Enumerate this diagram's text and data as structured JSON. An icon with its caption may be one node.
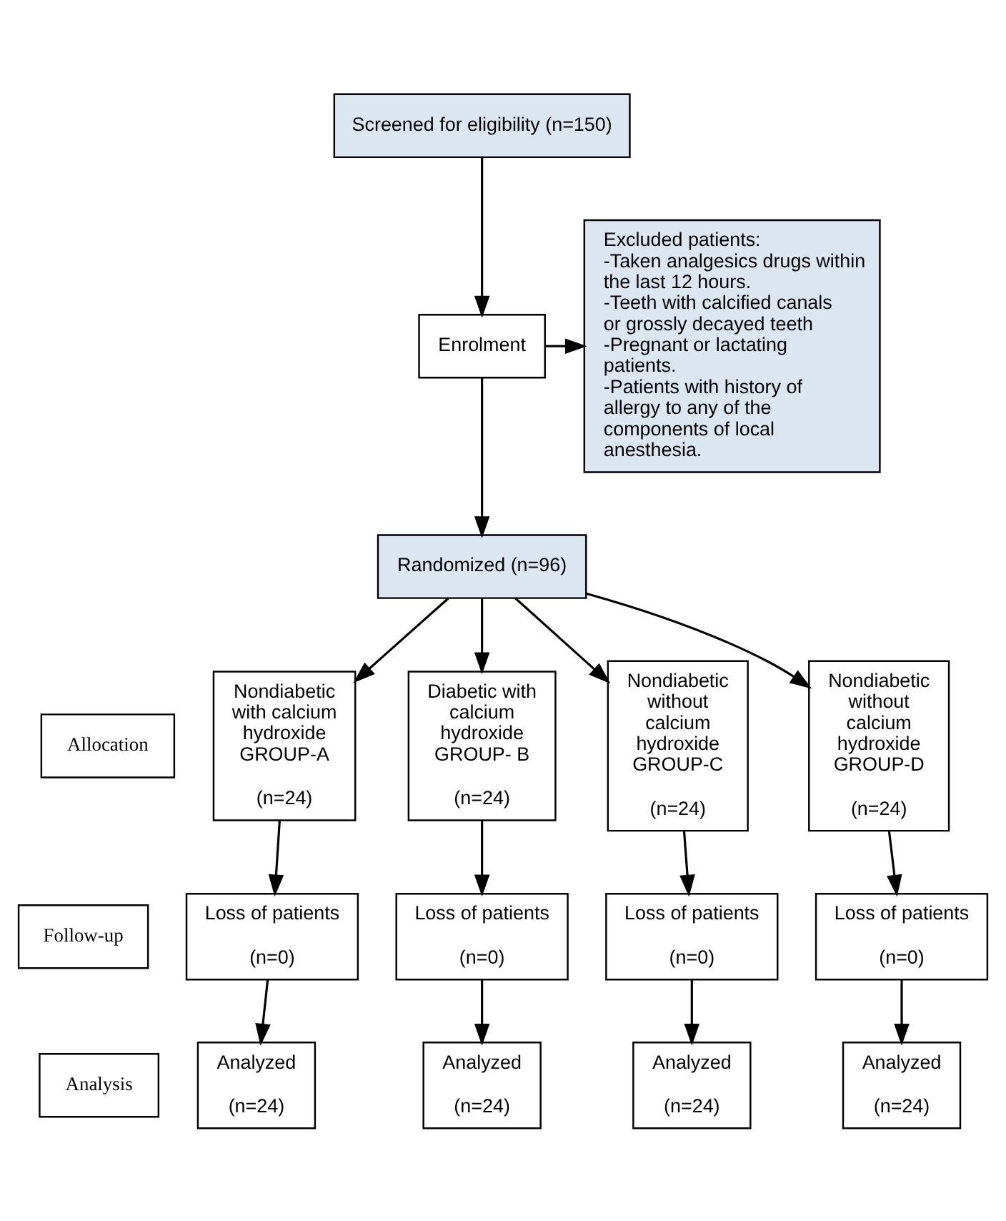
{
  "diagram": {
    "nodes": [
      {
        "text": [
          "Screened for eligibility (n=150)"
        ]
      },
      {
        "text": [
          "Enrolment"
        ]
      },
      {
        "text": [
          "Excluded patients:",
          "-Taken analgesics drugs within the last 12 hours.",
          "-Teeth with calcified canals or grossly decayed teeth",
          "-Pregnant or lactating patients.",
          "-Patients with history of allergy to any of the components of local anesthesia."
        ]
      },
      {
        "text": [
          "Randomized (n=96)"
        ]
      },
      {
        "text": [
          "Allocation"
        ]
      },
      {
        "text": [
          "Nondiabetic with calcium hydroxide GROUP-A",
          "(n=24)"
        ]
      },
      {
        "text": [
          "Diabetic with calcium hydroxide GROUP- B",
          "(n=24)"
        ]
      },
      {
        "text": [
          "Nondiabetic without calcium hydroxide GROUP-C",
          "(n=24)"
        ]
      },
      {
        "text": [
          "Nondiabetic without calcium hydroxide GROUP-D",
          "(n=24)"
        ]
      },
      {
        "text": [
          "Follow-up"
        ]
      },
      {
        "text": [
          "Loss of patients",
          "(n=0)"
        ]
      },
      {
        "text": [
          "Loss of patients",
          "(n=0)"
        ]
      },
      {
        "text": [
          "Loss of patients",
          "(n=0)"
        ]
      },
      {
        "text": [
          "Loss of patients",
          "(n=0)"
        ]
      },
      {
        "text": [
          "Analysis"
        ]
      },
      {
        "text": [
          "Analyzed",
          "(n=24)"
        ]
      },
      {
        "text": [
          "Analyzed",
          "(n=24)"
        ]
      },
      {
        "text": [
          "Analyzed",
          "(n=24)"
        ]
      },
      {
        "text": [
          "Analyzed",
          "(n=24)"
        ]
      }
    ],
    "edges": [
      {
        "from": 0,
        "to": 1,
        "arrow": "to"
      },
      {
        "from": 1,
        "to": 2,
        "arrow": "to"
      },
      {
        "from": 1,
        "to": 3,
        "arrow": "to"
      },
      {
        "from": 3,
        "to": 5,
        "arrow": "to"
      },
      {
        "from": 3,
        "to": 6,
        "arrow": "to"
      },
      {
        "from": 3,
        "to": 7,
        "arrow": "to"
      },
      {
        "from": 3,
        "to": 8,
        "arrow": "to"
      },
      {
        "from": 5,
        "to": 10,
        "arrow": "to"
      },
      {
        "from": 6,
        "to": 11,
        "arrow": "to"
      },
      {
        "from": 7,
        "to": 12,
        "arrow": "to"
      },
      {
        "from": 8,
        "to": 13,
        "arrow": "to"
      },
      {
        "from": 10,
        "to": 15,
        "arrow": "to"
      },
      {
        "from": 11,
        "to": 16,
        "arrow": "to"
      },
      {
        "from": 12,
        "to": 17,
        "arrow": "to"
      },
      {
        "from": 13,
        "to": 18,
        "arrow": "to"
      }
    ]
  }
}
